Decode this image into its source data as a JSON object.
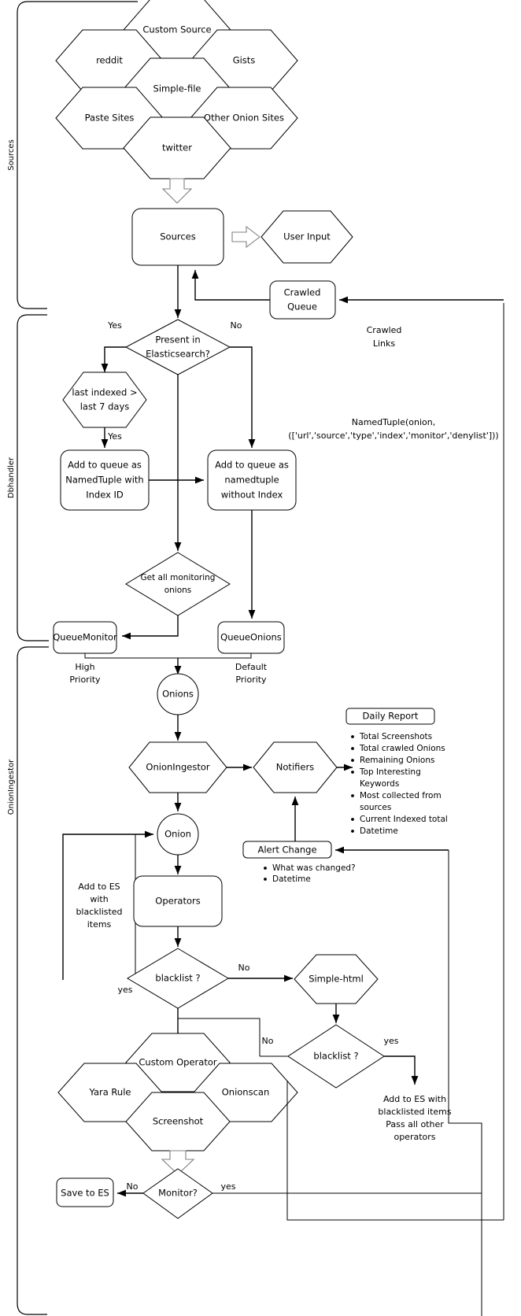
{
  "diagram": {
    "title": "OnionIngestor crawling pipeline flowchart",
    "lanes": [
      {
        "id": "sources",
        "label": "Sources"
      },
      {
        "id": "dbhandler",
        "label": "Dbhandler"
      },
      {
        "id": "onioningestor",
        "label": "OnionIngestor"
      }
    ],
    "source_hexes": [
      {
        "id": "custom-source",
        "label": "Custom Source"
      },
      {
        "id": "reddit",
        "label": "reddit"
      },
      {
        "id": "gists",
        "label": "Gists"
      },
      {
        "id": "simple-file",
        "label": "Simple-file"
      },
      {
        "id": "paste-sites",
        "label": "Paste Sites"
      },
      {
        "id": "other-onion-sites",
        "label": "Other Onion Sites"
      },
      {
        "id": "twitter",
        "label": "twitter"
      }
    ],
    "nodes": {
      "sources_box": "Sources",
      "user_input": "User Input",
      "crawled_queue_l1": "Crawled",
      "crawled_queue_l2": "Queue",
      "crawled_links_l1": "Crawled",
      "crawled_links_l2": "Links",
      "present_in_es_l1": "Present in",
      "present_in_es_l2": "Elasticsearch?",
      "last_indexed_l1": "last indexed >",
      "last_indexed_l2": "last 7 days",
      "add_queue_with_l1": "Add to queue as",
      "add_queue_with_l2": "NamedTuple with",
      "add_queue_with_l3": "Index ID",
      "add_queue_without_l1": "Add to queue as",
      "add_queue_without_l2": "namedtuple",
      "add_queue_without_l3": "without Index",
      "namedtuple_l1": "NamedTuple(onion,",
      "namedtuple_l2": "(['url','source','type','index','monitor','denylist']))",
      "get_monitoring_l1": "Get all monitoring",
      "get_monitoring_l2": "onions",
      "queue_monitor": "QueueMonitor",
      "queue_onions": "QueueOnions",
      "high_priority_l1": "High",
      "high_priority_l2": "Priority",
      "default_priority_l1": "Default",
      "default_priority_l2": "Priority",
      "onions_circle": "Onions",
      "onion_ingestor": "OnionIngestor",
      "notifiers": "Notifiers",
      "daily_report": "Daily Report",
      "alert_change": "Alert Change",
      "onion_circle": "Onion",
      "operators": "Operators",
      "blacklist_q1": "blacklist ?",
      "blacklist_q2": "blacklist ?",
      "simple_html": "Simple-html",
      "custom_operator": "Custom Operator",
      "yara_rule": "Yara Rule",
      "onionscan": "Onionscan",
      "screenshot": "Screenshot",
      "monitor_q": "Monitor?",
      "save_to_es": "Save to ES",
      "add_es_left_l1": "Add to ES",
      "add_es_left_l2": "with",
      "add_es_left_l3": "blacklisted",
      "add_es_left_l4": "items",
      "add_es_right_l1": "Add to ES with",
      "add_es_right_l2": "blacklisted items",
      "add_es_right_l3": "Pass all other",
      "add_es_right_l4": "operators"
    },
    "daily_report_items": [
      "Total Screenshots",
      "Total crawled Onions",
      "Remaining Onions",
      "Top Interesting",
      "Keywords",
      "Most collected from",
      "sources",
      "Current Indexed total",
      "Datetime"
    ],
    "alert_change_items": [
      "What was changed?",
      "Datetime"
    ],
    "edge_labels": {
      "yes_es": "Yes",
      "no_es": "No",
      "yes_indexed": "Yes",
      "no_blacklist1": "No",
      "yes_blacklist1": "yes",
      "no_blacklist2": "No",
      "yes_blacklist2": "yes",
      "no_monitor": "No",
      "yes_monitor": "yes"
    },
    "colors": {
      "stroke": "#000000",
      "fill": "#ffffff",
      "block_arrow_stroke": "#808080"
    }
  }
}
